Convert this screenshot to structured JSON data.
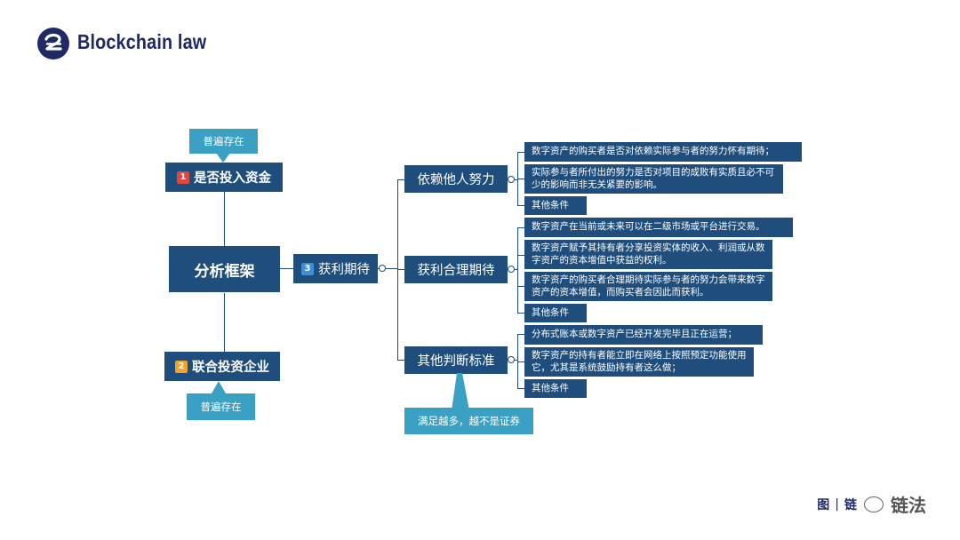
{
  "header": {
    "brand": "Blockchain law"
  },
  "diagram": {
    "root": "分析框架",
    "node1": {
      "num": "1",
      "label": "是否投入资金",
      "note": "普遍存在"
    },
    "node2": {
      "num": "2",
      "label": "联合投资企业",
      "note": "普遍存在"
    },
    "node3": {
      "num": "3",
      "label": "获利期待"
    },
    "branches": [
      {
        "label": "依赖他人努力",
        "items": [
          "数字资产的购买者是否对依赖实际参与者的努力怀有期待；",
          "实际参与者所付出的努力是否对项目的成败有实质且必不可少的影响而非无关紧要的影响。",
          "其他条件"
        ]
      },
      {
        "label": "获利合理期待",
        "items": [
          "数字资产在当前或未来可以在二级市场或平台进行交易。",
          "数字资产赋予其持有者分享投资实体的收入、利润或从数字资产的资本增值中获益的权利。",
          "数字资产的购买者合理期待实际参与者的努力会带来数字资产的资本增值，而购买者会因此而获利。",
          "其他条件"
        ]
      },
      {
        "label": "其他判断标准",
        "note": "满足越多，越不是证券",
        "items": [
          "分布式账本或数字资产已经开发完毕且正在运营；",
          "数字资产的持有者能立即在网络上按照预定功能使用它，尤其是系统鼓励持有者这么做；",
          "其他条件"
        ]
      }
    ]
  },
  "footer": {
    "caption_prefix": "图",
    "caption_sep": "|",
    "caption_text": "链",
    "watermark": "链法"
  },
  "colors": {
    "dark": "#1f4e7c",
    "light": "#3aa0c4",
    "num_red": "#e0473a",
    "num_yellow": "#f0a52a",
    "num_blue": "#3d8fd8"
  }
}
